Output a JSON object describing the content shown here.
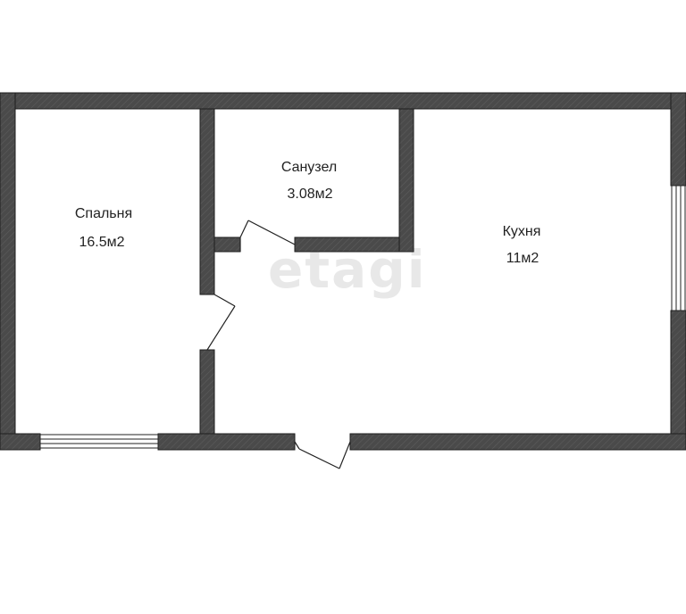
{
  "rooms": [
    {
      "id": "bedroom",
      "name": "Спальня",
      "area": "16.5м2"
    },
    {
      "id": "bathroom",
      "name": "Санузел",
      "area": "3.08м2"
    },
    {
      "id": "kitchen",
      "name": "Кухня",
      "area": "11м2"
    }
  ],
  "watermark": "etagi",
  "colors": {
    "wall_fill": "#4a4a4a",
    "wall_edge": "#1e1e1e",
    "line": "#222222",
    "text": "#222222",
    "background": "#ffffff"
  }
}
